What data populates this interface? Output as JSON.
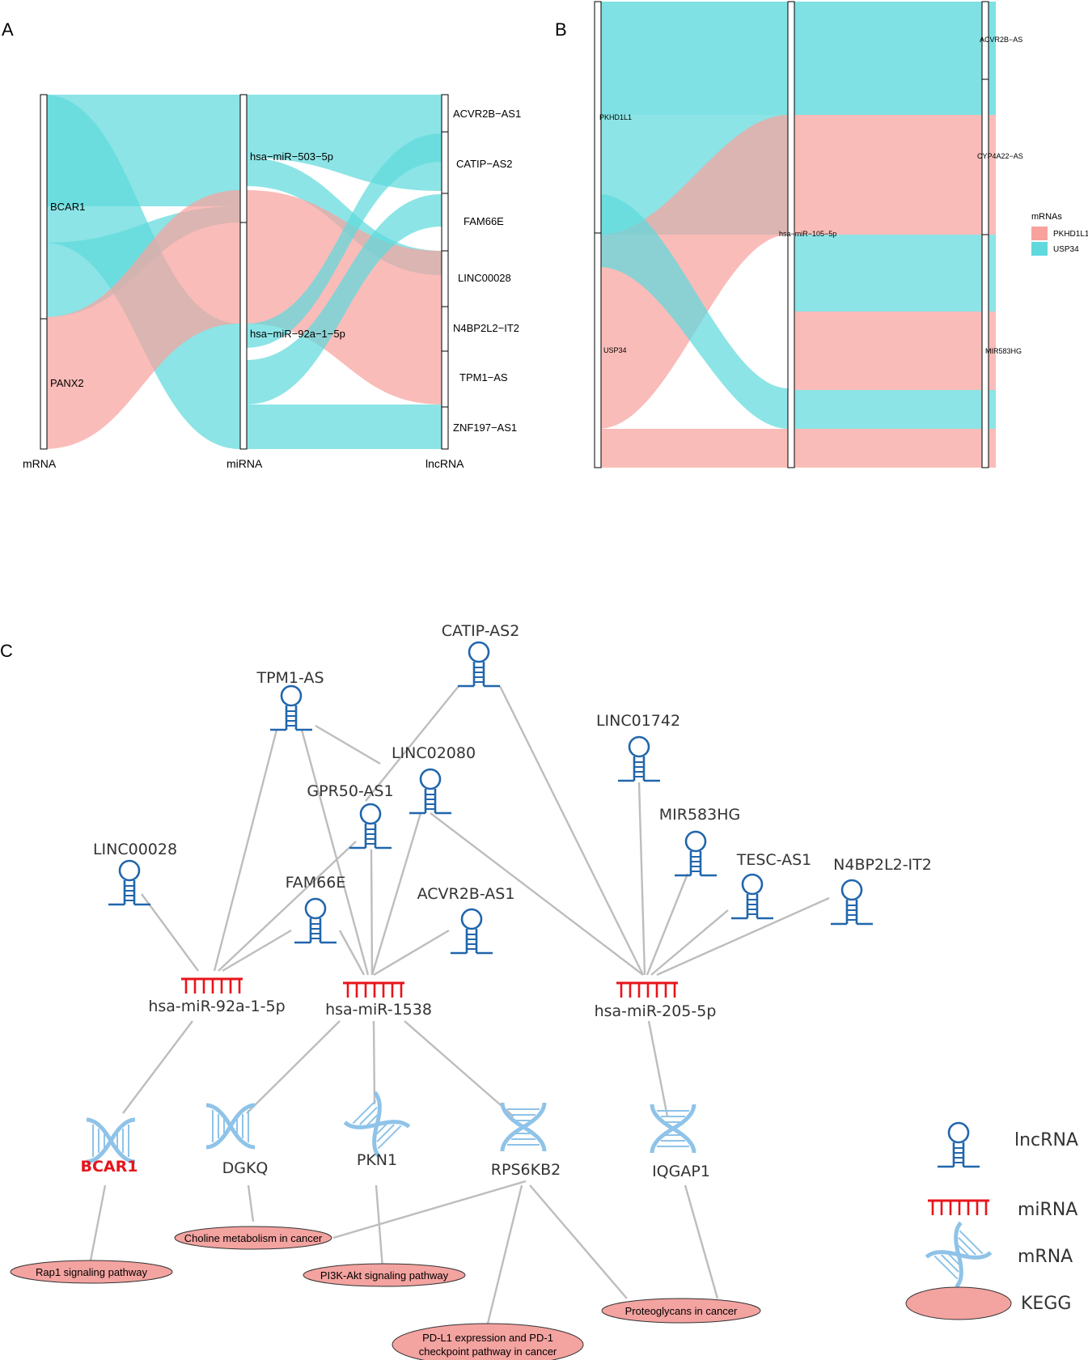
{
  "panels": {
    "a": "A",
    "b": "B",
    "c": "C"
  },
  "panel_a": {
    "axes": [
      "mRNA",
      "miRNA",
      "lncRNA"
    ],
    "mrna": [
      "BCAR1",
      "PANX2"
    ],
    "mirna": [
      "hsa−miR−503−5p",
      "hsa−miR−92a−1−5p"
    ],
    "lncrna": [
      "ACVR2B−AS1",
      "CATIP−AS2",
      "FAM66E",
      "LINC00028",
      "N4BP2L2−IT2",
      "TPM1−AS",
      "ZNF197−AS1"
    ]
  },
  "panel_b": {
    "mrna": [
      "PKHD1L1",
      "USP34"
    ],
    "mirna": [
      "hsa−miR−105−5p"
    ],
    "lncrna": [
      "ACVR2B−AS",
      "CYP4A22−AS",
      "MIR583HG"
    ],
    "legend": {
      "title": "mRNAs",
      "items": [
        "PKHD1L1",
        "USP34"
      ]
    }
  },
  "colors": {
    "salmon": "#f8a29e",
    "teal": "#5fd9dc",
    "lncrna": "#2166ac",
    "mirna": "#e8141b",
    "mrna": "#8fc3e8",
    "kegg_fill": "#f3a3a0",
    "highlight": "#e8141b"
  },
  "network": {
    "lncrnas": [
      "CATIP-AS2",
      "TPM1-AS",
      "LINC01742",
      "LINC02080",
      "GPR50-AS1",
      "MIR583HG",
      "LINC00028",
      "FAM66E",
      "TESC-AS1",
      "N4BP2L2-IT2",
      "ACVR2B-AS1"
    ],
    "mirnas": [
      "hsa-miR-92a-1-5p",
      "hsa-miR-1538",
      "hsa-miR-205-5p"
    ],
    "mrnas": [
      "BCAR1",
      "DGKQ",
      "PKN1",
      "RPS6KB2",
      "IQGAP1"
    ],
    "keggs": [
      "Choline metabolism in cancer",
      "Rap1 signaling pathway",
      "PI3K-Akt signaling pathway",
      "PD-L1 expression and PD-1",
      "checkpoint pathway in cancer",
      "Proteoglycans in cancer"
    ]
  },
  "legend_c": {
    "lncrna": "lncRNA",
    "mirna": "miRNA",
    "mrna": "mRNA",
    "kegg": "KEGG"
  }
}
